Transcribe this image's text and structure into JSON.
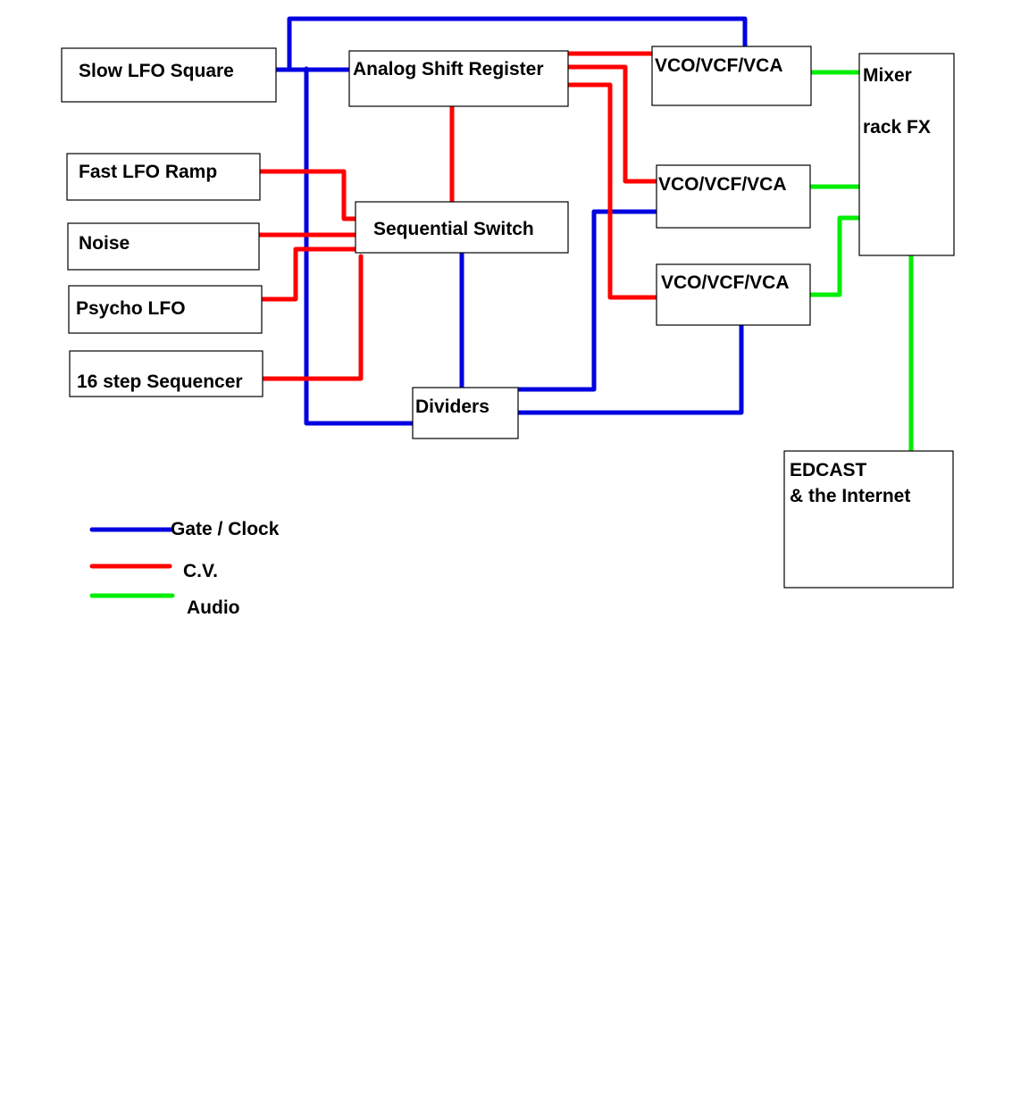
{
  "colors": {
    "gate": "#0000e0",
    "cv": "#ff0000",
    "audio": "#00ee00"
  },
  "modules": [
    {
      "id": "slow-lfo",
      "lines": [
        "Slow LFO  Square"
      ]
    },
    {
      "id": "fast-lfo",
      "lines": [
        "Fast LFO  Ramp"
      ]
    },
    {
      "id": "noise",
      "lines": [
        "Noise"
      ]
    },
    {
      "id": "psycho-lfo",
      "lines": [
        "Psycho LFO"
      ]
    },
    {
      "id": "sequencer-16",
      "lines": [
        "16 step Sequencer"
      ]
    },
    {
      "id": "analog-shift-register",
      "lines": [
        "Analog Shift Register"
      ]
    },
    {
      "id": "sequential-switch",
      "lines": [
        "Sequential Switch"
      ]
    },
    {
      "id": "dividers",
      "lines": [
        "Dividers"
      ]
    },
    {
      "id": "vco-1",
      "lines": [
        "VCO/VCF/VCA"
      ]
    },
    {
      "id": "vco-2",
      "lines": [
        "VCO/VCF/VCA"
      ]
    },
    {
      "id": "vco-3",
      "lines": [
        "VCO/VCF/VCA"
      ]
    },
    {
      "id": "mixer",
      "lines": [
        "Mixer",
        "rack FX"
      ]
    },
    {
      "id": "edcast",
      "lines": [
        "EDCAST",
        "& the Internet"
      ]
    }
  ],
  "connections": [
    {
      "type": "gate",
      "from": "slow-lfo",
      "to": "analog-shift-register"
    },
    {
      "type": "gate",
      "from": "slow-lfo",
      "to": "vco-1"
    },
    {
      "type": "gate",
      "from": "slow-lfo",
      "to": "dividers"
    },
    {
      "type": "gate",
      "from": "sequential-switch",
      "to": "dividers"
    },
    {
      "type": "gate",
      "from": "dividers",
      "to": "vco-2"
    },
    {
      "type": "gate",
      "from": "dividers",
      "to": "vco-3"
    },
    {
      "type": "cv",
      "from": "analog-shift-register",
      "to": "vco-1"
    },
    {
      "type": "cv",
      "from": "analog-shift-register",
      "to": "vco-2"
    },
    {
      "type": "cv",
      "from": "analog-shift-register",
      "to": "vco-3"
    },
    {
      "type": "cv",
      "from": "analog-shift-register",
      "to": "sequential-switch"
    },
    {
      "type": "cv",
      "from": "fast-lfo",
      "to": "sequential-switch"
    },
    {
      "type": "cv",
      "from": "noise",
      "to": "sequential-switch"
    },
    {
      "type": "cv",
      "from": "psycho-lfo",
      "to": "sequential-switch"
    },
    {
      "type": "cv",
      "from": "sequencer-16",
      "to": "sequential-switch"
    },
    {
      "type": "audio",
      "from": "vco-1",
      "to": "mixer"
    },
    {
      "type": "audio",
      "from": "vco-2",
      "to": "mixer"
    },
    {
      "type": "audio",
      "from": "vco-3",
      "to": "mixer"
    },
    {
      "type": "audio",
      "from": "mixer",
      "to": "edcast"
    }
  ],
  "legend": [
    {
      "type": "gate",
      "label": "Gate / Clock"
    },
    {
      "type": "cv",
      "label": "C.V."
    },
    {
      "type": "audio",
      "label": "Audio"
    }
  ]
}
